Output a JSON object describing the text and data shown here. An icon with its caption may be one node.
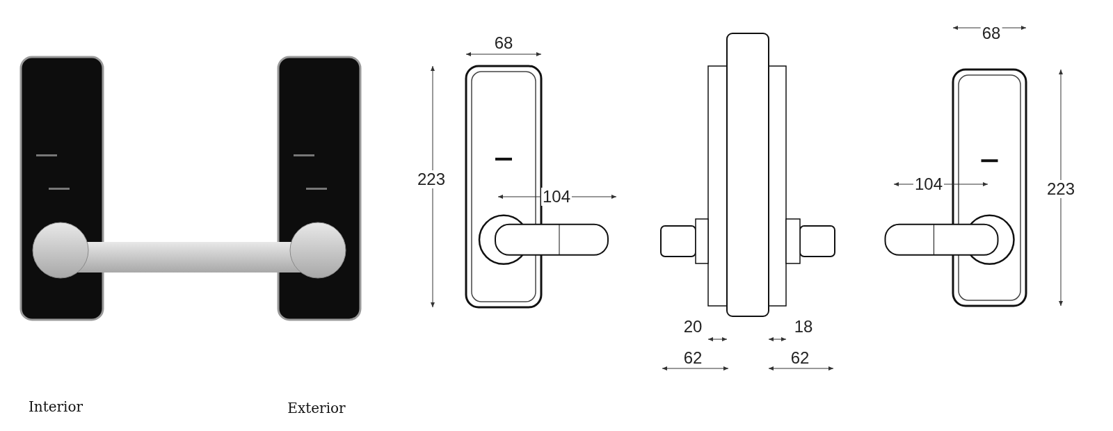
{
  "diagram": {
    "labels": [
      "68",
      "223",
      "104",
      "20",
      "62",
      "18",
      "62",
      "68",
      "104",
      "223",
      "Interior",
      "Exterior"
    ]
  }
}
